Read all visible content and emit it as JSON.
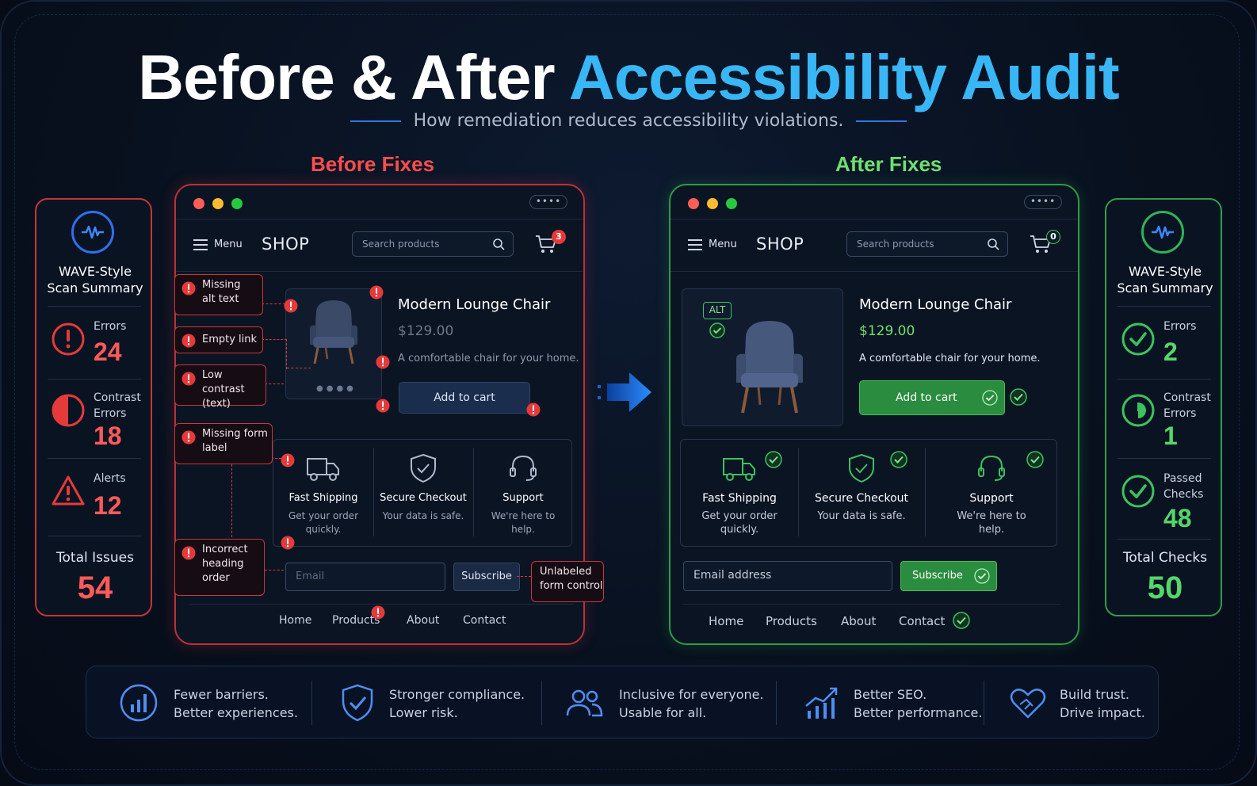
{
  "header": {
    "title_main": "Before & After",
    "title_accent": "Accessibility Audit",
    "subtitle": "How remediation reduces accessibility violations."
  },
  "sections": {
    "before_title": "Before Fixes",
    "after_title": "After Fixes"
  },
  "summary_before": {
    "title_line1": "WAVE-Style",
    "title_line2": "Scan Summary",
    "rows": [
      {
        "label_line1": "Errors",
        "label_line2": "",
        "value": "24",
        "icon": "error-circle-icon"
      },
      {
        "label_line1": "Contrast",
        "label_line2": "Errors",
        "value": "18",
        "icon": "contrast-icon"
      },
      {
        "label_line1": "Alerts",
        "label_line2": "",
        "value": "12",
        "icon": "warning-triangle-icon"
      }
    ],
    "total_label": "Total Issues",
    "total_value": "54",
    "color": "#ff5a5a"
  },
  "summary_after": {
    "title_line1": "WAVE-Style",
    "title_line2": "Scan Summary",
    "rows": [
      {
        "label_line1": "Errors",
        "label_line2": "",
        "value": "2",
        "icon": "check-circle-icon"
      },
      {
        "label_line1": "Contrast",
        "label_line2": "Errors",
        "value": "1",
        "icon": "contrast-icon"
      },
      {
        "label_line1": "Passed",
        "label_line2": "Checks",
        "value": "48",
        "icon": "check-circle-icon"
      }
    ],
    "total_label": "Total Checks",
    "total_value": "50",
    "color": "#55d66a"
  },
  "browser_before": {
    "more": "••••",
    "menu_label": "Menu",
    "shop_label": "SHOP",
    "search_placeholder": "Search products",
    "cart_count": "3",
    "product_name": "Modern Lounge Chair",
    "product_price": "$129.00",
    "product_desc": "A comfortable chair for your home.",
    "add_to_cart": "Add to cart",
    "features": [
      {
        "name": "Fast Shipping",
        "desc": "Get your order quickly."
      },
      {
        "name": "Secure Checkout",
        "desc": "Your data is safe."
      },
      {
        "name": "Support",
        "desc": "We're here to help."
      }
    ],
    "email_placeholder": "Email",
    "subscribe": "Subscribe",
    "footer_links": [
      "Home",
      "Products",
      "About",
      "Contact"
    ]
  },
  "browser_after": {
    "more": "••••",
    "menu_label": "Menu",
    "shop_label": "SHOP",
    "search_placeholder": "Search products",
    "cart_count": "0",
    "alt_badge": "ALT",
    "product_name": "Modern Lounge Chair",
    "product_price": "$129.00",
    "product_desc": "A comfortable chair for your home.",
    "add_to_cart": "Add to cart",
    "features": [
      {
        "name": "Fast Shipping",
        "desc": "Get your order quickly."
      },
      {
        "name": "Secure Checkout",
        "desc": "Your data is safe."
      },
      {
        "name": "Support",
        "desc": "We're here to help."
      }
    ],
    "email_placeholder": "Email address",
    "subscribe": "Subscribe",
    "footer_links": [
      "Home",
      "Products",
      "About",
      "Contact"
    ]
  },
  "callouts": {
    "missing_alt_1": "Missing",
    "missing_alt_2": "alt text",
    "empty_link": "Empty link",
    "low_contrast_1": "Low contrast",
    "low_contrast_2": "(text)",
    "missing_label_1": "Missing form",
    "missing_label_2": "label",
    "heading_1": "Incorrect",
    "heading_2": "heading",
    "heading_3": "order",
    "unlabeled_1": "Unlabeled",
    "unlabeled_2": "form control"
  },
  "benefits": [
    {
      "line1": "Fewer barriers.",
      "line2": "Better experiences.",
      "icon": "chart-gauge-icon"
    },
    {
      "line1": "Stronger compliance.",
      "line2": "Lower risk.",
      "icon": "shield-check-icon"
    },
    {
      "line1": "Inclusive for everyone.",
      "line2": "Usable for all.",
      "icon": "users-icon"
    },
    {
      "line1": "Better SEO.",
      "line2": "Better performance.",
      "icon": "growth-chart-icon"
    },
    {
      "line1": "Build trust.",
      "line2": "Drive impact.",
      "icon": "handshake-heart-icon"
    }
  ],
  "colors": {
    "error": "#e53a3a",
    "success": "#2fb35a",
    "accent": "#38b6f5",
    "background": "#060b16"
  }
}
